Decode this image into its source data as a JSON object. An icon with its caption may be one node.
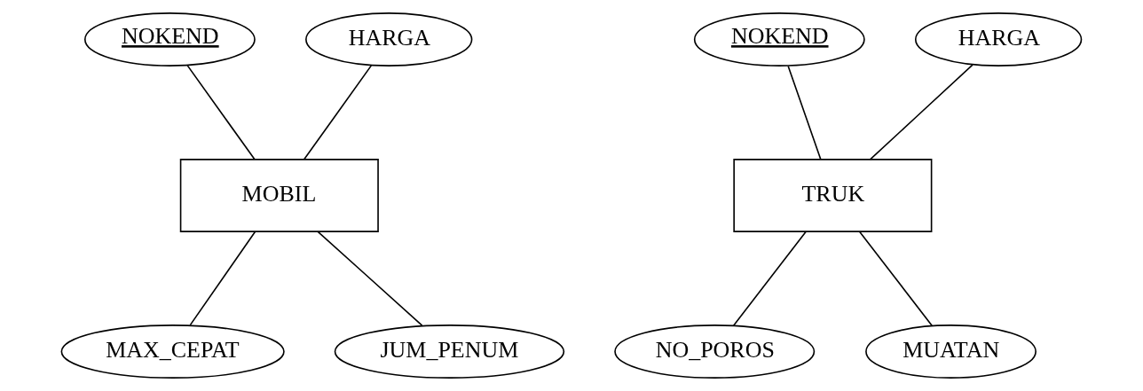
{
  "diagram": {
    "nodes": [
      {
        "text": [
          "NOKEND"
        ]
      },
      {
        "text": [
          "HARGA"
        ]
      },
      {
        "text": [
          "NOKEND"
        ]
      },
      {
        "text": [
          "HARGA"
        ]
      },
      {
        "text": [
          "MOBIL"
        ]
      },
      {
        "text": [
          "TRUK"
        ]
      },
      {
        "text": [
          "MAX_CEPAT"
        ]
      },
      {
        "text": [
          "JUM_PENUM"
        ]
      },
      {
        "text": [
          "NO_POROS"
        ]
      },
      {
        "text": [
          "MUATAN"
        ]
      }
    ],
    "edges": [
      {
        "from": 0,
        "to": 4,
        "arrow": "none"
      },
      {
        "from": 1,
        "to": 4,
        "arrow": "none"
      },
      {
        "from": 4,
        "to": 6,
        "arrow": "none"
      },
      {
        "from": 4,
        "to": 7,
        "arrow": "none"
      },
      {
        "from": 2,
        "to": 5,
        "arrow": "none"
      },
      {
        "from": 3,
        "to": 5,
        "arrow": "none"
      },
      {
        "from": 5,
        "to": 8,
        "arrow": "none"
      },
      {
        "from": 5,
        "to": 9,
        "arrow": "none"
      }
    ]
  }
}
